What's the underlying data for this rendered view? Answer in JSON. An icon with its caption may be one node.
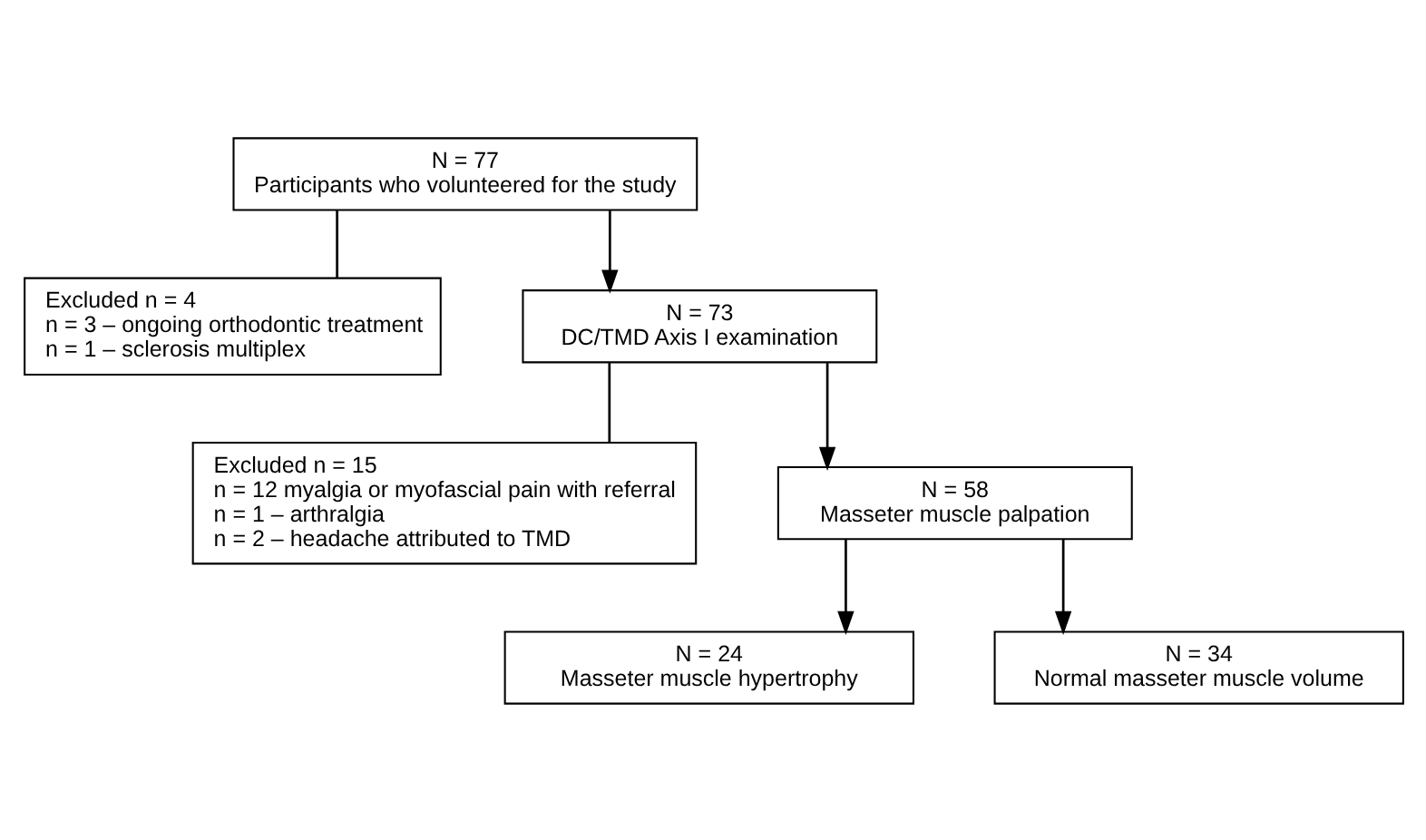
{
  "diagram": {
    "nodes": [
      {
        "text": [
          "N = 77",
          "Participants who volunteered for the study"
        ]
      },
      {
        "text": [
          "Excluded n = 4",
          "n = 3 – ongoing orthodontic treatment",
          "n = 1 – sclerosis multiplex"
        ]
      },
      {
        "text": [
          "N = 73",
          "DC/TMD Axis I examination"
        ]
      },
      {
        "text": [
          "Excluded n = 15",
          "n = 12 myalgia or myofascial pain with referral",
          "n = 1 – arthralgia",
          "n = 2 – headache attributed to TMD"
        ]
      },
      {
        "text": [
          "N = 58",
          "Masseter muscle palpation"
        ]
      },
      {
        "text": [
          "N = 24",
          "Masseter muscle hypertrophy"
        ]
      },
      {
        "text": [
          "N = 34",
          "Normal masseter muscle volume"
        ]
      }
    ],
    "edges": [
      {
        "from": 0,
        "to": 2,
        "arrow": "to"
      },
      {
        "from": 0,
        "to": 1,
        "arrow": "none"
      },
      {
        "from": 2,
        "to": 4,
        "arrow": "to"
      },
      {
        "from": 2,
        "to": 3,
        "arrow": "none"
      },
      {
        "from": 4,
        "to": 5,
        "arrow": "to"
      },
      {
        "from": 4,
        "to": 6,
        "arrow": "to"
      }
    ]
  }
}
